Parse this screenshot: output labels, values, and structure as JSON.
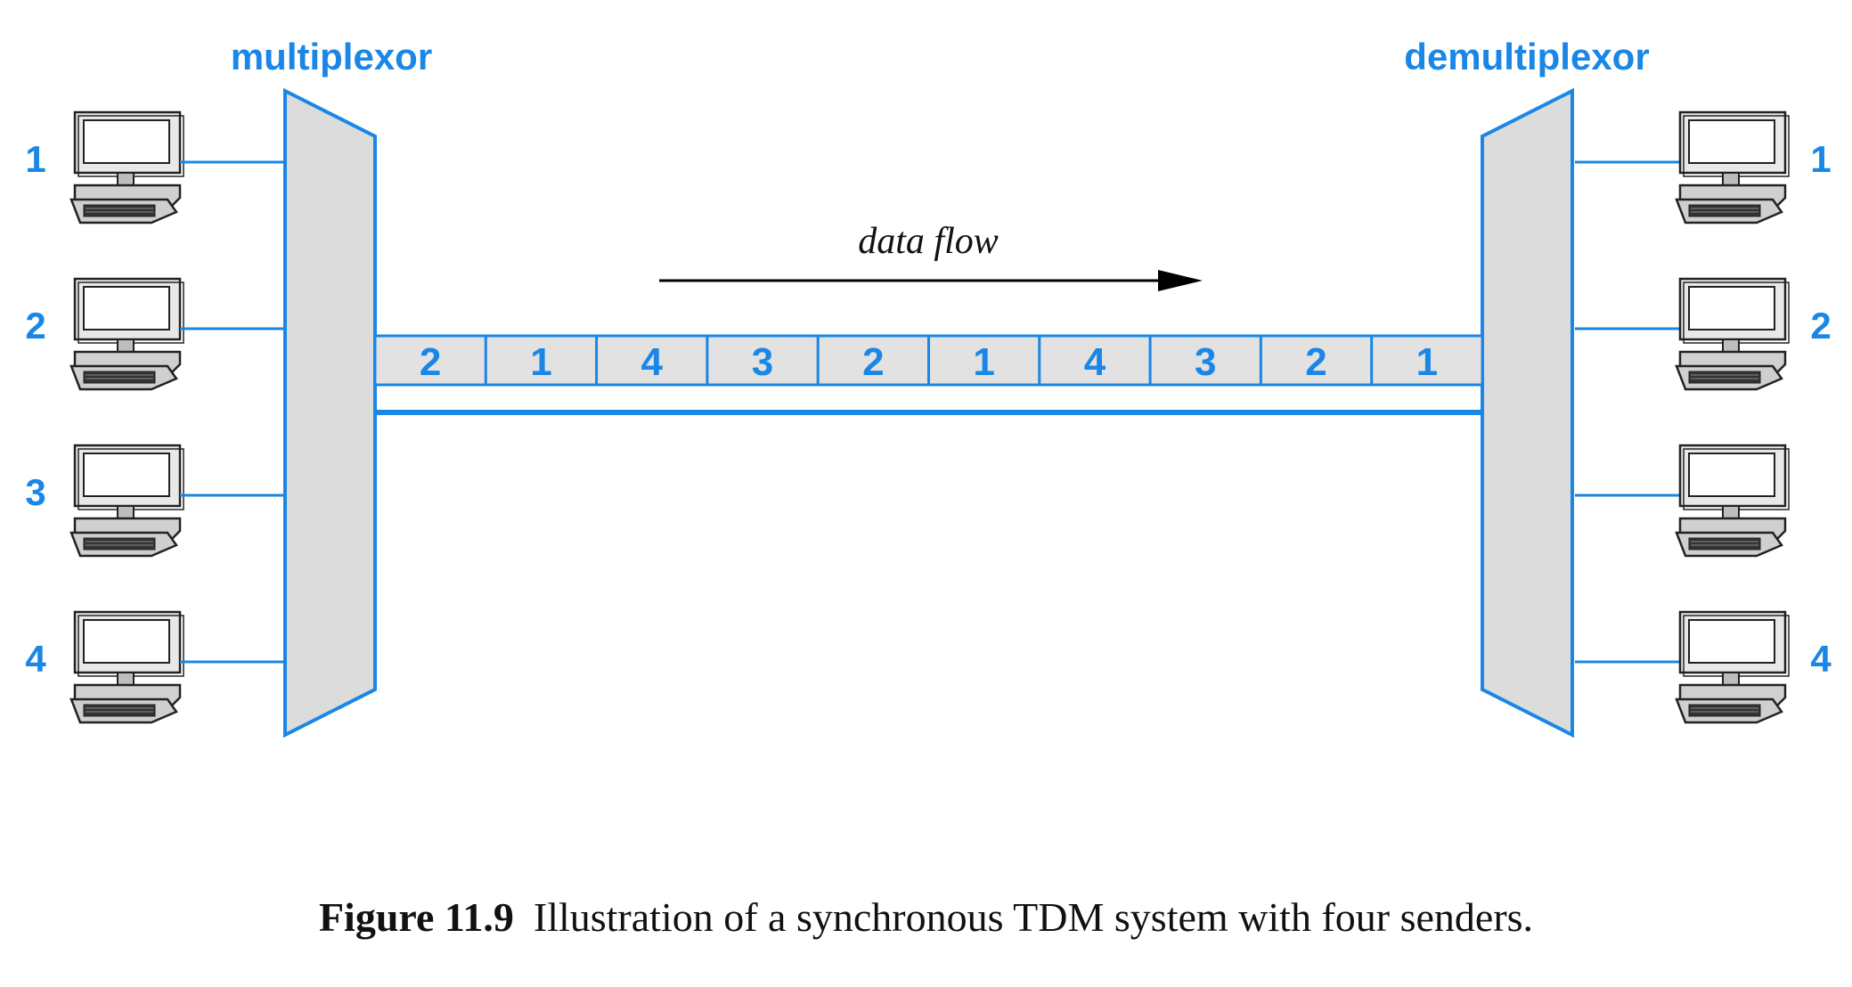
{
  "labels": {
    "multiplexor": "multiplexor",
    "demultiplexor": "demultiplexor",
    "data_flow": "data flow"
  },
  "senders": [
    "1",
    "2",
    "3",
    "4"
  ],
  "receivers": [
    "1",
    "2",
    "",
    "4"
  ],
  "slots": [
    "2",
    "1",
    "4",
    "3",
    "2",
    "1",
    "4",
    "3",
    "2",
    "1"
  ],
  "caption": {
    "number": "Figure 11.9",
    "text": "Illustration of a synchronous TDM system with four senders."
  },
  "colors": {
    "accent": "#1a86e6",
    "device_fill": "#dcdcdc"
  }
}
